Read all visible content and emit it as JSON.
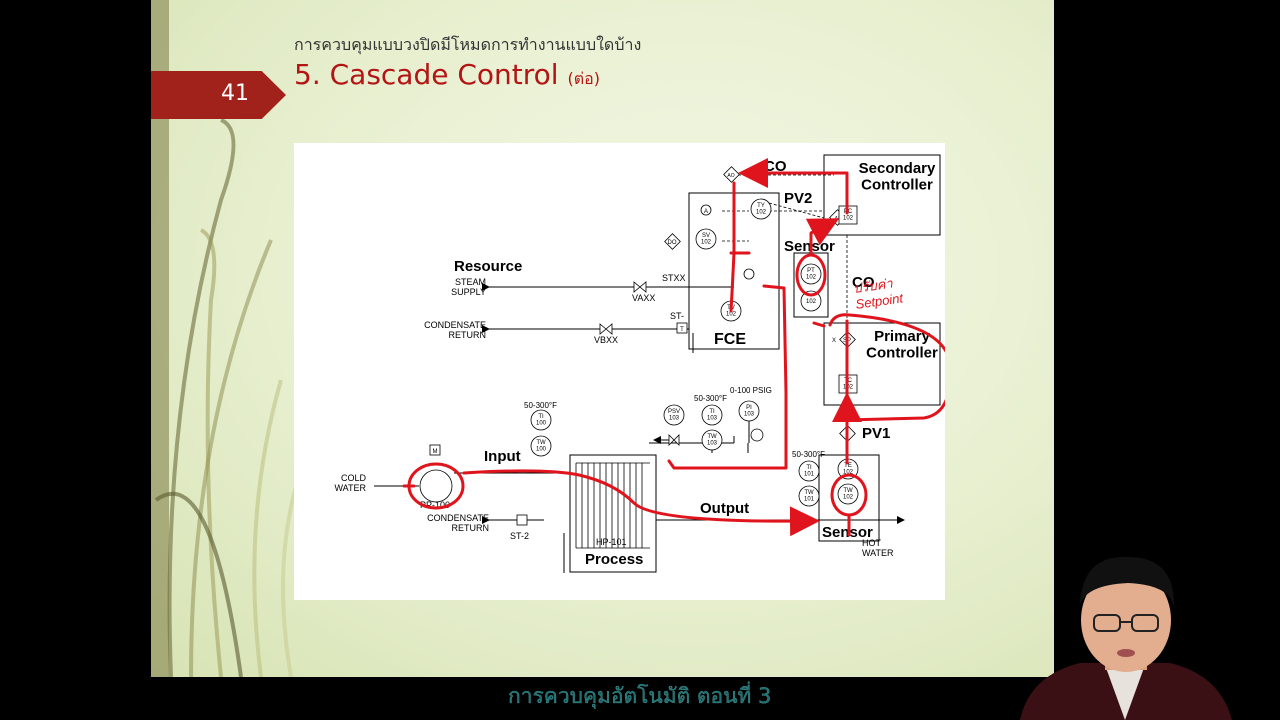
{
  "slide": {
    "number": "41",
    "subtitle": "การควบคุมแบบวงปิดมีโหมดการทำงานแบบใดบ้าง",
    "title": "5. Cascade Control",
    "title_suffix": "(ต่อ)"
  },
  "diagram": {
    "labels": {
      "co_top": "CO",
      "pv2": "PV2",
      "secondary_controller": "Secondary\nController",
      "sensor_top": "Sensor",
      "co_mid": "CO",
      "resource": "Resource",
      "steam_supply": "STEAM\nSUPPLY",
      "stxx": "STXX",
      "vaxx": "VAXX",
      "st_dash": "ST-",
      "condensate_return_top": "CONDENSATE\nRETURN",
      "vbxx": "VBXX",
      "fce": "FCE",
      "primary_controller": "Primary\nController",
      "pv1": "PV1",
      "input": "Input",
      "output": "Output",
      "cold_water": "COLD\nWATER",
      "pp100": "PP-100",
      "condensate_return_bottom": "CONDENSATE\nRETURN",
      "st2": "ST-2",
      "hp101": "HP-101",
      "process": "Process",
      "sensor_bottom": "Sensor",
      "hot_water": "HOT\nWATER",
      "range_100": "50-300°F",
      "range_103": "50-300°F",
      "range_psig": "0-100 PSIG",
      "range_101": "50-300°F",
      "handwriting": "ปรับค่า\nSetpoint"
    },
    "instruments": {
      "ty102": "TY\n102",
      "sv102": "SV\n102",
      "tv102": "TV\n102",
      "pt102": "PT\n102",
      "pt102b": "102",
      "pc102": "PC\n102",
      "tc102": "TC\n102",
      "sp": "SP",
      "ti100": "TI\n100",
      "tw100": "TW\n100",
      "psv103": "PSV\n103",
      "ti103": "TI\n103",
      "tw103": "TW\n103",
      "pi103": "PI\n103",
      "ti101": "TI\n101",
      "tw101": "TW\n101",
      "te102": "TE\n102",
      "tw102": "TW\n102",
      "ao": "AO",
      "do": "DO",
      "ai": "AI",
      "a": "A",
      "x": "X",
      "t": "T",
      "m": "M"
    }
  },
  "caption": "การควบคุมอัตโนมัติ ตอนที่ 3",
  "colors": {
    "accent": "#b31414",
    "badge": "#a1221a",
    "annotation": "#e0141c"
  }
}
